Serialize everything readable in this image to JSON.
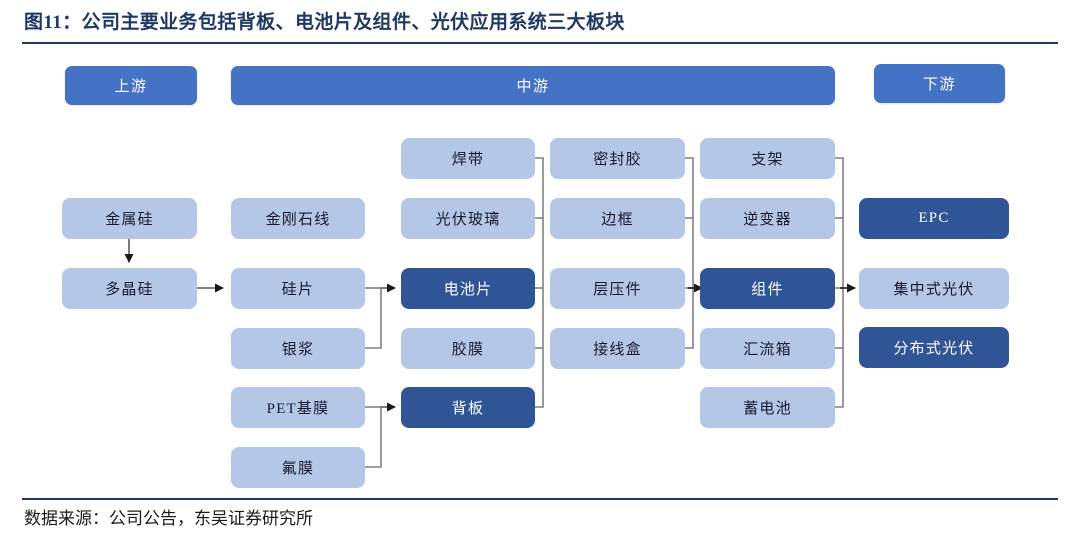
{
  "title": "图11：公司主要业务包括背板、电池片及组件、光伏应用系统三大板块",
  "source_note": "数据来源：公司公告，东吴证券研究所",
  "colors": {
    "title_text": "#1f3864",
    "rule": "#203864",
    "stage_bar": "#4472c4",
    "node_light": "#b4c7e7",
    "node_dark": "#2f5597",
    "connector": "#808080"
  },
  "stages": [
    {
      "label": "上游"
    },
    {
      "label": "中游"
    },
    {
      "label": "下游"
    }
  ],
  "columns": [
    {
      "name": "raw-materials",
      "nodes": [
        {
          "label": "金属硅",
          "emphasis": "light"
        },
        {
          "label": "多晶硅",
          "emphasis": "light"
        }
      ]
    },
    {
      "name": "silicon-processing",
      "nodes": [
        {
          "label": "金刚石线",
          "emphasis": "light"
        },
        {
          "label": "硅片",
          "emphasis": "light"
        },
        {
          "label": "银浆",
          "emphasis": "light"
        },
        {
          "label": "PET基膜",
          "emphasis": "light"
        },
        {
          "label": "氟膜",
          "emphasis": "light"
        }
      ]
    },
    {
      "name": "cell-and-backsheet",
      "nodes": [
        {
          "label": "焊带",
          "emphasis": "light"
        },
        {
          "label": "光伏玻璃",
          "emphasis": "light"
        },
        {
          "label": "电池片",
          "emphasis": "dark"
        },
        {
          "label": "胶膜",
          "emphasis": "light"
        },
        {
          "label": "背板",
          "emphasis": "dark"
        }
      ]
    },
    {
      "name": "module-materials",
      "nodes": [
        {
          "label": "密封胶",
          "emphasis": "light"
        },
        {
          "label": "边框",
          "emphasis": "light"
        },
        {
          "label": "层压件",
          "emphasis": "light"
        },
        {
          "label": "接线盒",
          "emphasis": "light"
        }
      ]
    },
    {
      "name": "system-components",
      "nodes": [
        {
          "label": "支架",
          "emphasis": "light"
        },
        {
          "label": "逆变器",
          "emphasis": "light"
        },
        {
          "label": "组件",
          "emphasis": "dark"
        },
        {
          "label": "汇流箱",
          "emphasis": "light"
        },
        {
          "label": "蓄电池",
          "emphasis": "light"
        }
      ]
    },
    {
      "name": "applications",
      "nodes": [
        {
          "label": "EPC",
          "emphasis": "dark"
        },
        {
          "label": "集中式光伏",
          "emphasis": "light"
        },
        {
          "label": "分布式光伏",
          "emphasis": "dark"
        }
      ]
    }
  ]
}
